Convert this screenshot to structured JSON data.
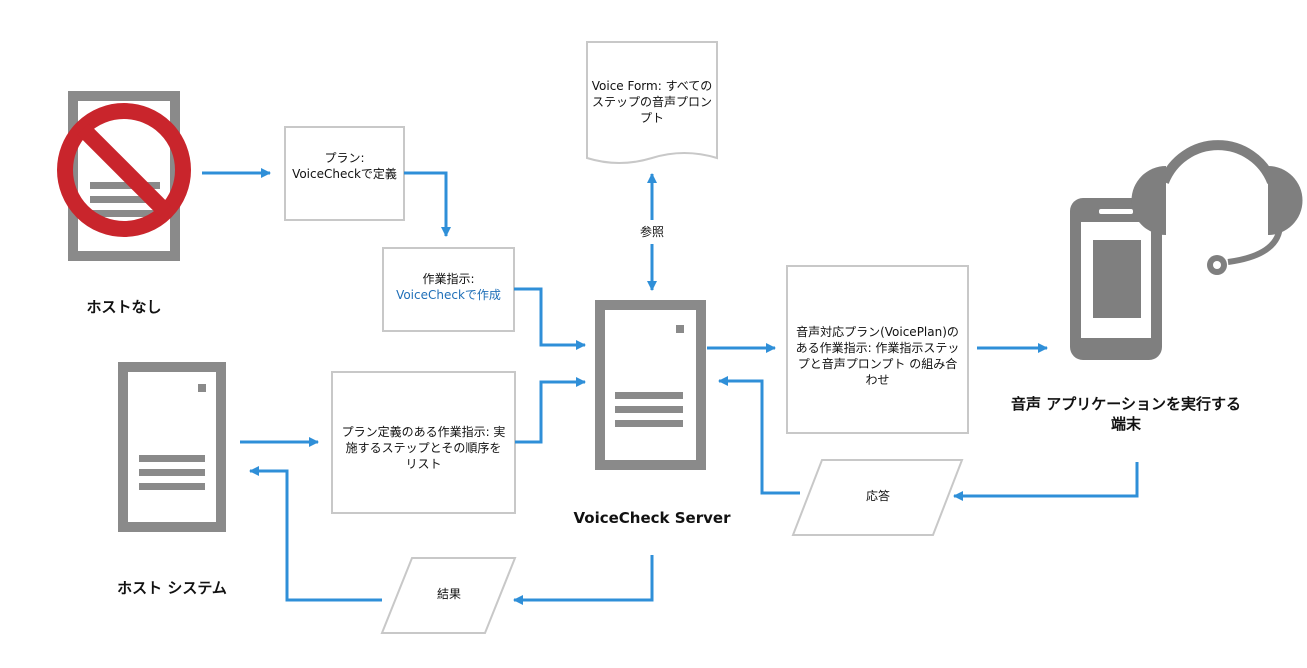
{
  "nodes": {
    "no_host": {
      "label": "ホストなし"
    },
    "host_system": {
      "label": "ホスト システム"
    },
    "server": {
      "label": "VoiceCheck Server"
    },
    "device": {
      "label": "音声 アプリケーションを実行する端末"
    },
    "plan_box": {
      "line1": "プラン:",
      "line2": "VoiceCheckで定義"
    },
    "work_box": {
      "line1": "作業指示:",
      "line2": "VoiceCheckで作成"
    },
    "plan_def_box": {
      "text": "プラン定義のある作業指示: 実施するステップとその順序をリスト"
    },
    "voice_form": {
      "text": "Voice Form: すべてのステップの音声プロンプト"
    },
    "voice_plan_box": {
      "text": "音声対応プラン(VoicePlan)のある作業指示: 作業指示ステップと音声プロンプト の組み合わせ"
    },
    "response": {
      "label": "応答"
    },
    "result": {
      "label": "結果"
    },
    "reference": {
      "label": "参照"
    }
  },
  "colors": {
    "arrow": "#2f8fd8",
    "server_gray": "#8a8a8a",
    "no_sign_red": "#c9252c",
    "box_border": "#c8c8c8"
  }
}
